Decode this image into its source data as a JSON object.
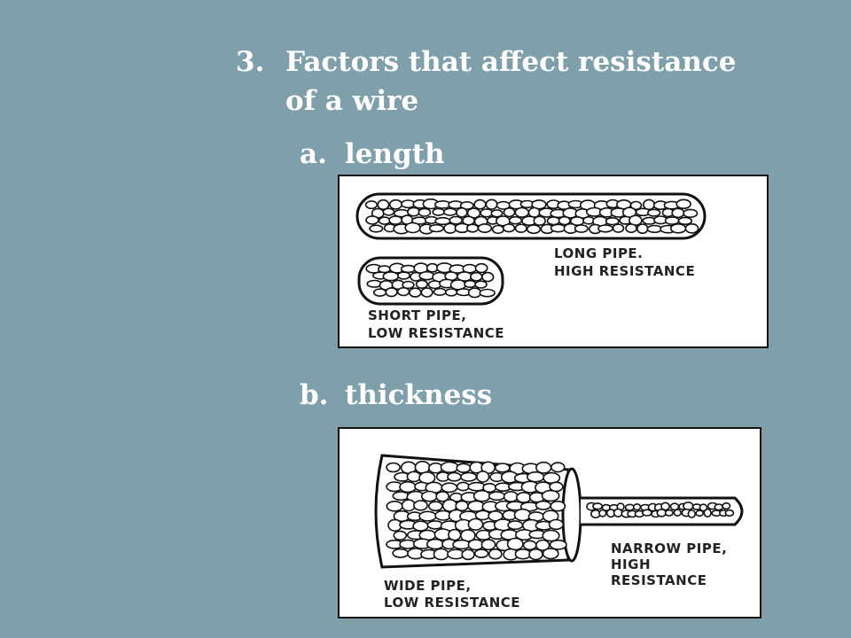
{
  "slide": {
    "number": "3.",
    "title_line1": "Factors that affect resistance",
    "title_line2": "of a wire",
    "background_color": "#7f9fab"
  },
  "item_a": {
    "marker": "a.",
    "label": "length",
    "illustration": {
      "long_pipe_line1": "LONG PIPE.",
      "long_pipe_line2": "HIGH RESISTANCE",
      "short_pipe_line1": "SHORT PIPE,",
      "short_pipe_line2": "LOW RESISTANCE"
    }
  },
  "item_b": {
    "marker": "b.",
    "label": "thickness",
    "illustration": {
      "narrow_pipe_line1": "NARROW PIPE,",
      "narrow_pipe_line2": "HIGH",
      "narrow_pipe_line3": "RESISTANCE",
      "wide_pipe_line1": "WIDE PIPE,",
      "wide_pipe_line2": "LOW RESISTANCE"
    }
  }
}
